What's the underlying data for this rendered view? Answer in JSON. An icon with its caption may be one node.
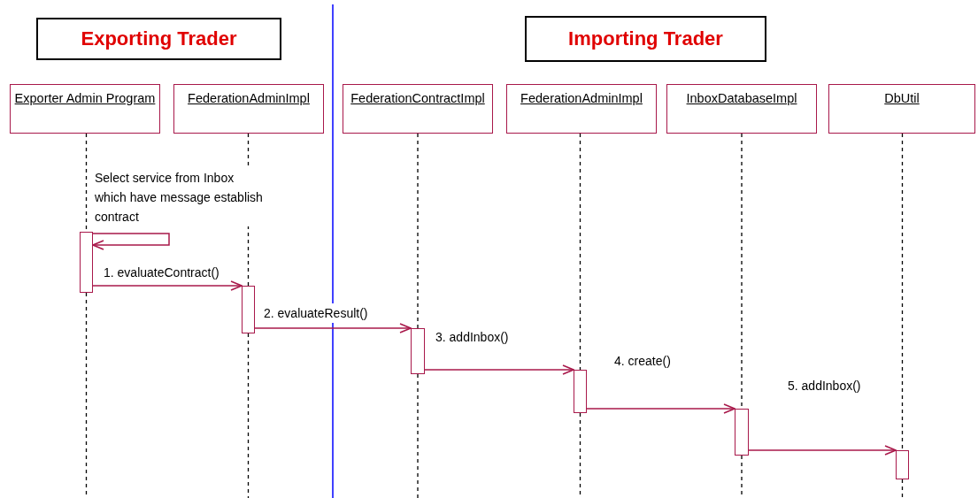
{
  "diagram": {
    "nodes": [
      {
        "text": [
          "Exporting Trader"
        ]
      },
      {
        "text": [
          "Importing Trader"
        ]
      },
      {
        "text": [
          "Exporter Admin Program"
        ]
      },
      {
        "text": [
          "FederationAdminImpl"
        ]
      },
      {
        "text": [
          "FederationContractImpl"
        ]
      },
      {
        "text": [
          "FederationAdminImpl"
        ]
      },
      {
        "text": [
          "InboxDatabaseImpl"
        ]
      },
      {
        "text": [
          "DbUtil"
        ]
      },
      {
        "text": [],
        "shape": "bar"
      },
      {
        "text": [],
        "shape": "bar"
      },
      {
        "text": [],
        "shape": "bar"
      },
      {
        "text": [],
        "shape": "bar"
      },
      {
        "text": [],
        "shape": "bar"
      },
      {
        "text": [],
        "shape": "bar"
      }
    ],
    "edges": [
      {
        "from": 8,
        "to": 8,
        "arrow": "to",
        "label": "Select service from Inbox which have message establish contract"
      },
      {
        "from": 8,
        "to": 9,
        "arrow": "to",
        "label": "1. evaluateContract()"
      },
      {
        "from": 9,
        "to": 10,
        "arrow": "to",
        "label": "2. evaluateResult()"
      },
      {
        "from": 10,
        "to": 11,
        "arrow": "to",
        "label": "3. addInbox()"
      },
      {
        "from": 11,
        "to": 12,
        "arrow": "to",
        "label": "4. create()"
      },
      {
        "from": 12,
        "to": 13,
        "arrow": "to",
        "label": "5. addInbox()"
      },
      {
        "from": 2,
        "to": 8,
        "arrow": "none",
        "style": "dashed",
        "color": "#000000"
      },
      {
        "from": 3,
        "to": 9,
        "arrow": "none",
        "style": "dashed",
        "color": "#000000"
      },
      {
        "from": 4,
        "to": 10,
        "arrow": "none",
        "style": "dashed",
        "color": "#000000"
      },
      {
        "from": 5,
        "to": 11,
        "arrow": "none",
        "style": "dashed",
        "color": "#000000"
      },
      {
        "from": 6,
        "to": 12,
        "arrow": "none",
        "style": "dashed",
        "color": "#000000"
      },
      {
        "from": 7,
        "to": 13,
        "arrow": "none",
        "style": "dashed",
        "color": "#000000"
      }
    ]
  }
}
